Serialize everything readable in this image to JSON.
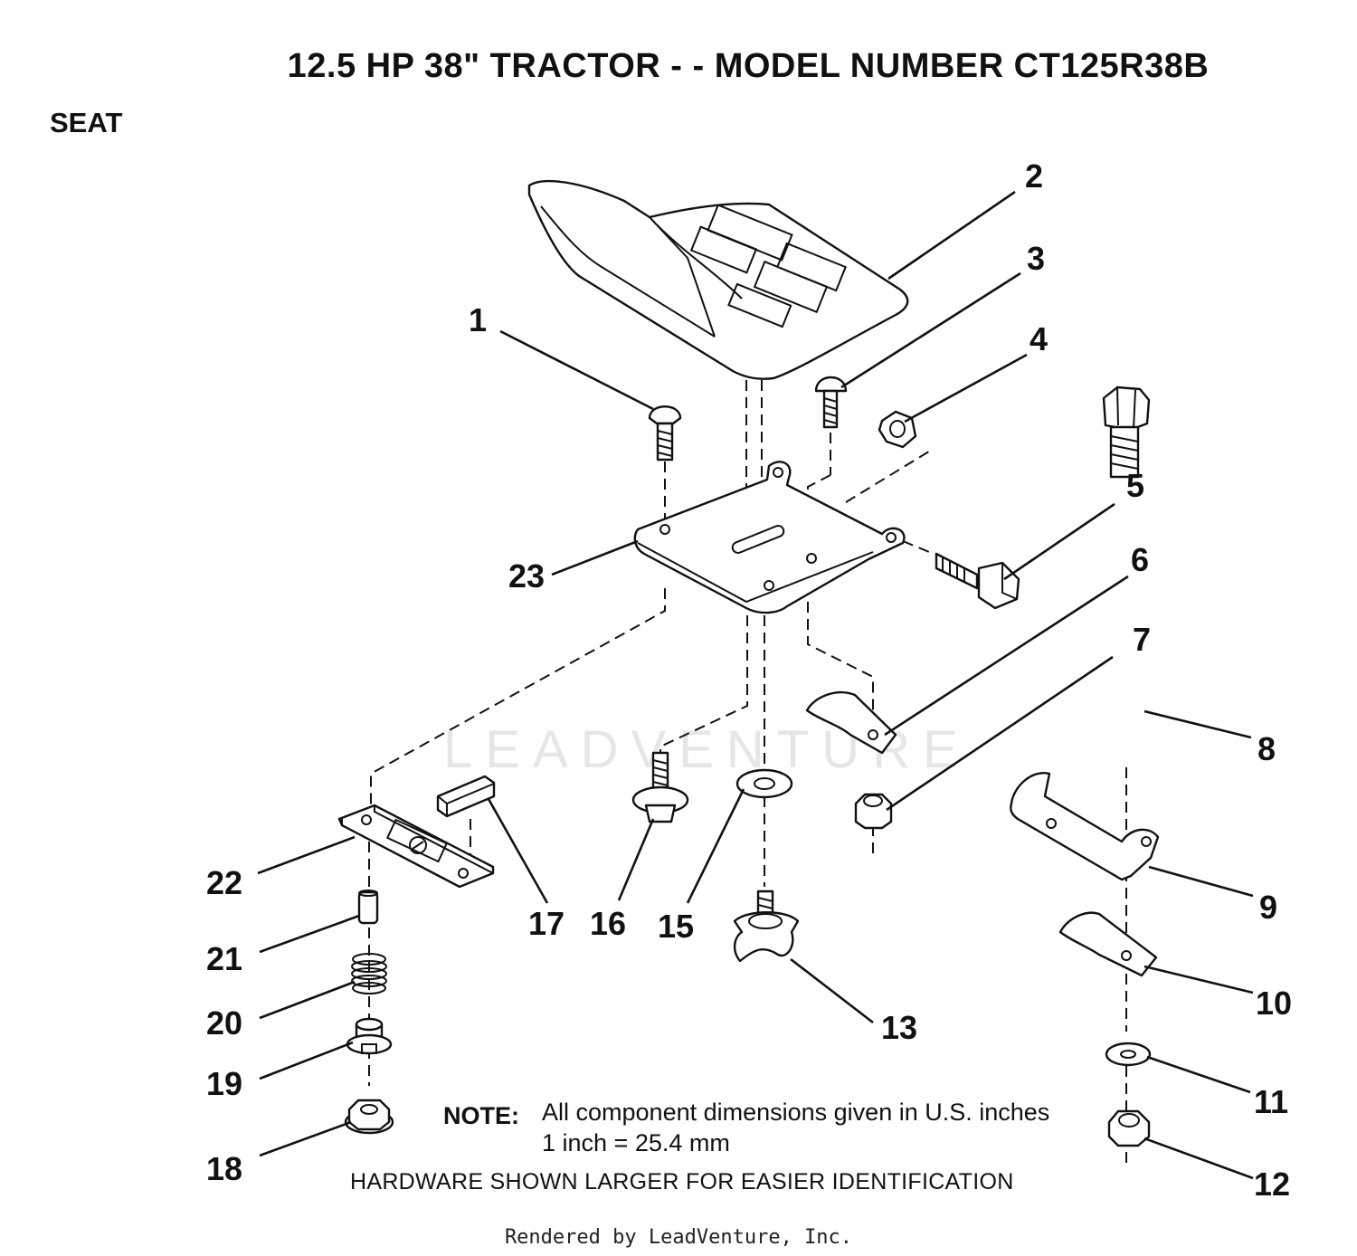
{
  "title": "12.5 HP 38\" TRACTOR - - MODEL NUMBER CT125R38B",
  "section": "SEAT",
  "callouts": [
    "1",
    "2",
    "3",
    "4",
    "5",
    "6",
    "7",
    "8",
    "9",
    "10",
    "11",
    "12",
    "13",
    "15",
    "16",
    "17",
    "18",
    "19",
    "20",
    "21",
    "22",
    "23"
  ],
  "note": {
    "label": "NOTE:",
    "line1": "All component dimensions given in U.S. inches",
    "line2": "1 inch = 25.4 mm"
  },
  "hardware_note": "HARDWARE SHOWN LARGER FOR EASIER IDENTIFICATION",
  "watermark": "LEADVENTURE",
  "footer": "Rendered by LeadVenture, Inc."
}
